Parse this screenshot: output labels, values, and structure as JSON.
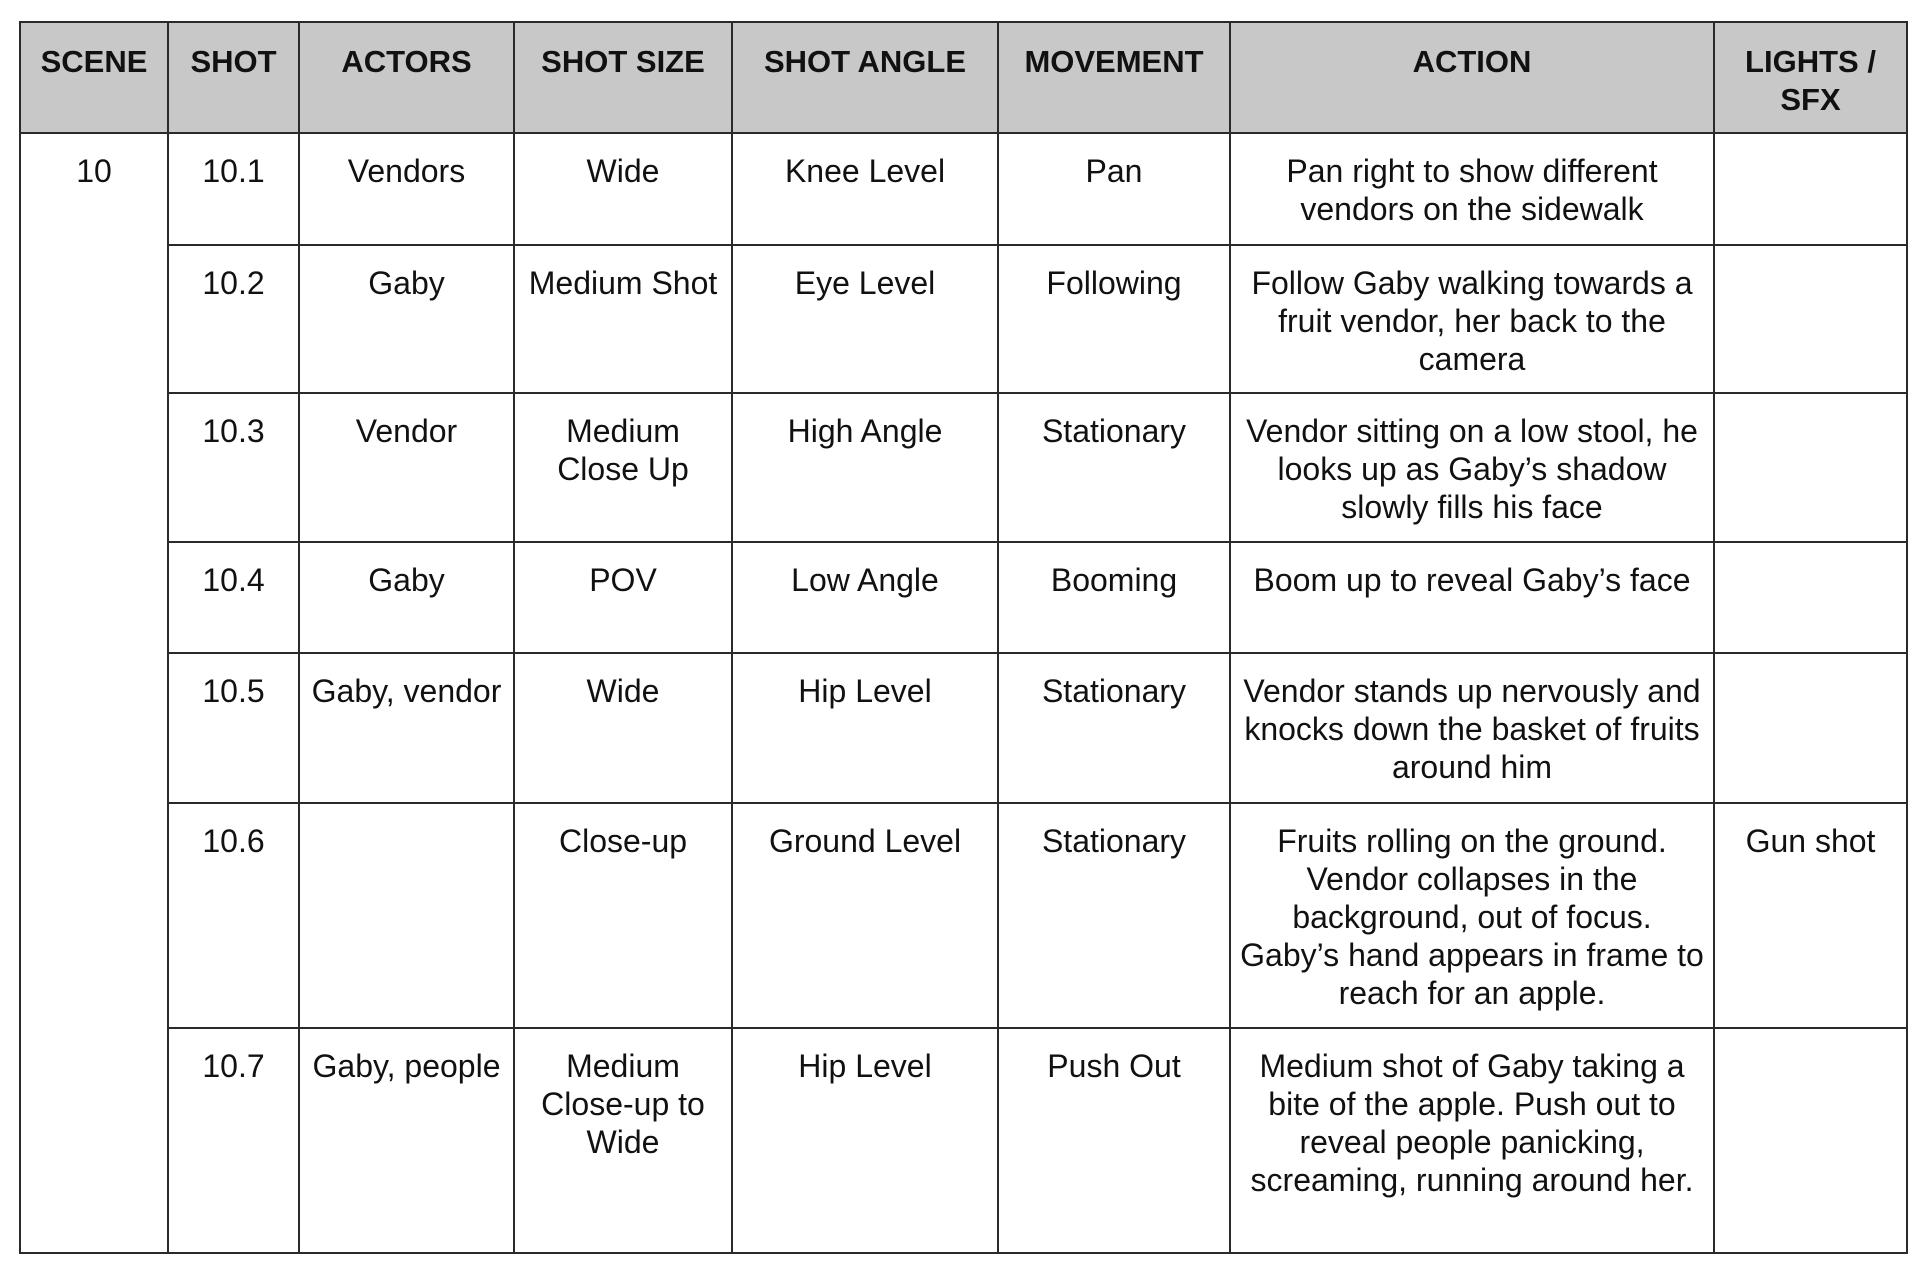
{
  "headers": {
    "scene": "SCENE",
    "shot": "SHOT",
    "actors": "ACTORS",
    "shot_size": "SHOT SIZE",
    "shot_angle": "SHOT ANGLE",
    "movement": "MOVEMENT",
    "action": "ACTION",
    "lights_sfx": "LIGHTS / SFX"
  },
  "scene": "10",
  "rows": [
    {
      "shot": "10.1",
      "actors": "Vendors",
      "shot_size": "Wide",
      "shot_angle": "Knee Level",
      "movement": "Pan",
      "action": "Pan right to show different vendors on the sidewalk",
      "lights_sfx": ""
    },
    {
      "shot": "10.2",
      "actors": "Gaby",
      "shot_size": "Medium Shot",
      "shot_angle": "Eye Level",
      "movement": "Following",
      "action": "Follow Gaby walking towards a fruit vendor, her back to the camera",
      "lights_sfx": ""
    },
    {
      "shot": "10.3",
      "actors": "Vendor",
      "shot_size": "Medium Close Up",
      "shot_angle": "High Angle",
      "movement": "Stationary",
      "action": "Vendor sitting on a low stool, he looks up as Gaby’s shadow slowly fills his face",
      "lights_sfx": ""
    },
    {
      "shot": "10.4",
      "actors": "Gaby",
      "shot_size": "POV",
      "shot_angle": "Low Angle",
      "movement": "Booming",
      "action": "Boom up to reveal Gaby’s face",
      "lights_sfx": ""
    },
    {
      "shot": "10.5",
      "actors": "Gaby, vendor",
      "shot_size": "Wide",
      "shot_angle": "Hip Level",
      "movement": "Stationary",
      "action": "Vendor stands up nervously and knocks down the basket of fruits around him",
      "lights_sfx": ""
    },
    {
      "shot": "10.6",
      "actors": "",
      "shot_size": "Close-up",
      "shot_angle": "Ground Level",
      "movement": "Stationary",
      "action": "Fruits rolling on the ground. Vendor collapses in the background, out of focus. Gaby’s hand appears in frame to reach for an apple.",
      "lights_sfx": "Gun shot"
    },
    {
      "shot": "10.7",
      "actors": "Gaby, people",
      "shot_size": "Medium Close-up to Wide",
      "shot_angle": "Hip Level",
      "movement": "Push Out",
      "action": "Medium shot of Gaby taking a bite of the apple. Push out to reveal people panicking, screaming, running around her.",
      "lights_sfx": ""
    }
  ]
}
